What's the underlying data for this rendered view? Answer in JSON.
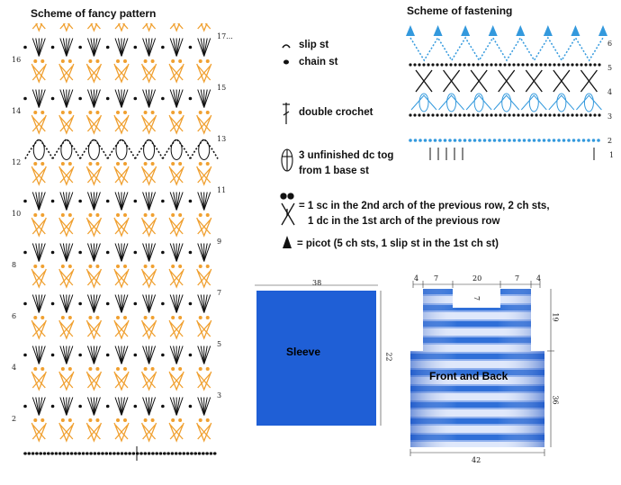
{
  "fancy": {
    "title": "Scheme of fancy pattern",
    "rows_left": [
      "16",
      "14",
      "12",
      "10",
      "8",
      "6",
      "4",
      "2"
    ],
    "rows_right": [
      "17...",
      "15",
      "13",
      "11",
      "9",
      "7",
      "5",
      "3"
    ]
  },
  "fastening": {
    "title": "Scheme of fastening",
    "rows_right": [
      "6",
      "5",
      "4",
      "3",
      "2"
    ],
    "rows_left": [
      "1"
    ]
  },
  "legend": {
    "slip_st": "slip st",
    "chain_st": "chain st",
    "double_crochet": "double crochet",
    "unfinished_1": "3 unfinished dc tog",
    "unfinished_2": "from 1 base st",
    "sc_1": "= 1 sc in the 2nd arch of the previous row, 2 ch sts,",
    "sc_2": "1 dc in the 1st arch of the previous row",
    "picot": "= picot (5 ch sts, 1 slip st in the 1st ch st)"
  },
  "sleeve": {
    "label": "Sleeve",
    "width": "38",
    "height": "22",
    "color": "#1f5fd6"
  },
  "body": {
    "label": "Front and Back",
    "top": [
      "4",
      "7",
      "20",
      "7",
      "4"
    ],
    "neck": "7",
    "upper": "19",
    "lower": "36",
    "bottom": "42",
    "color": "#2a6cd8"
  },
  "colors": {
    "orange": "#f0a030",
    "blue": "#3399dd",
    "black": "#111111"
  }
}
